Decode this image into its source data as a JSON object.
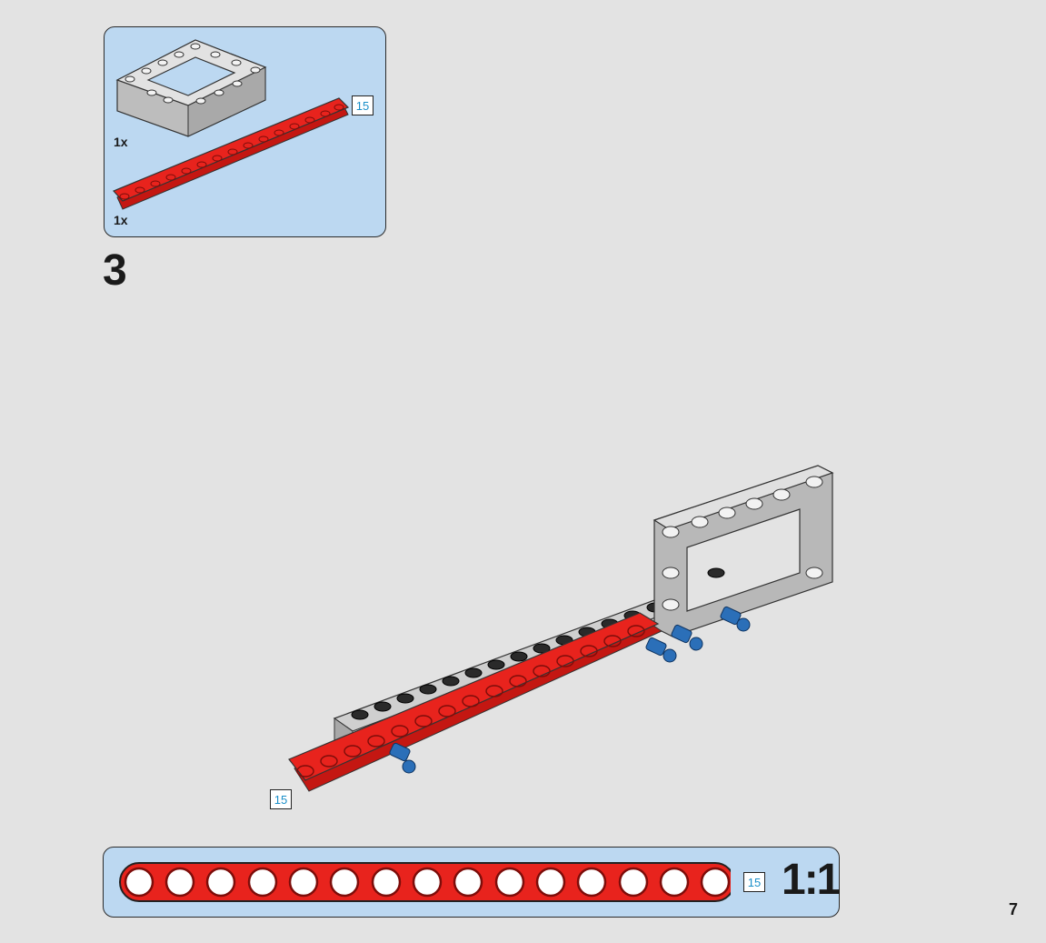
{
  "parts_list": {
    "items": [
      {
        "name": "gray-frame",
        "quantity": "1x"
      },
      {
        "name": "red-beam",
        "quantity": "1x",
        "length": "15"
      }
    ]
  },
  "step": {
    "number": "3",
    "beam_length": "15"
  },
  "scale_ruler": {
    "length": "15",
    "holes": 15,
    "scale": "1:1"
  },
  "page": {
    "number": "7"
  },
  "colors": {
    "panel_blue": "#bcd8f1",
    "beam_red": "#e8231d",
    "frame_gray": "#d9d9d9",
    "pin_blue": "#2b6fb8",
    "background": "#e3e3e3",
    "tag_text": "#1a8fc9"
  }
}
